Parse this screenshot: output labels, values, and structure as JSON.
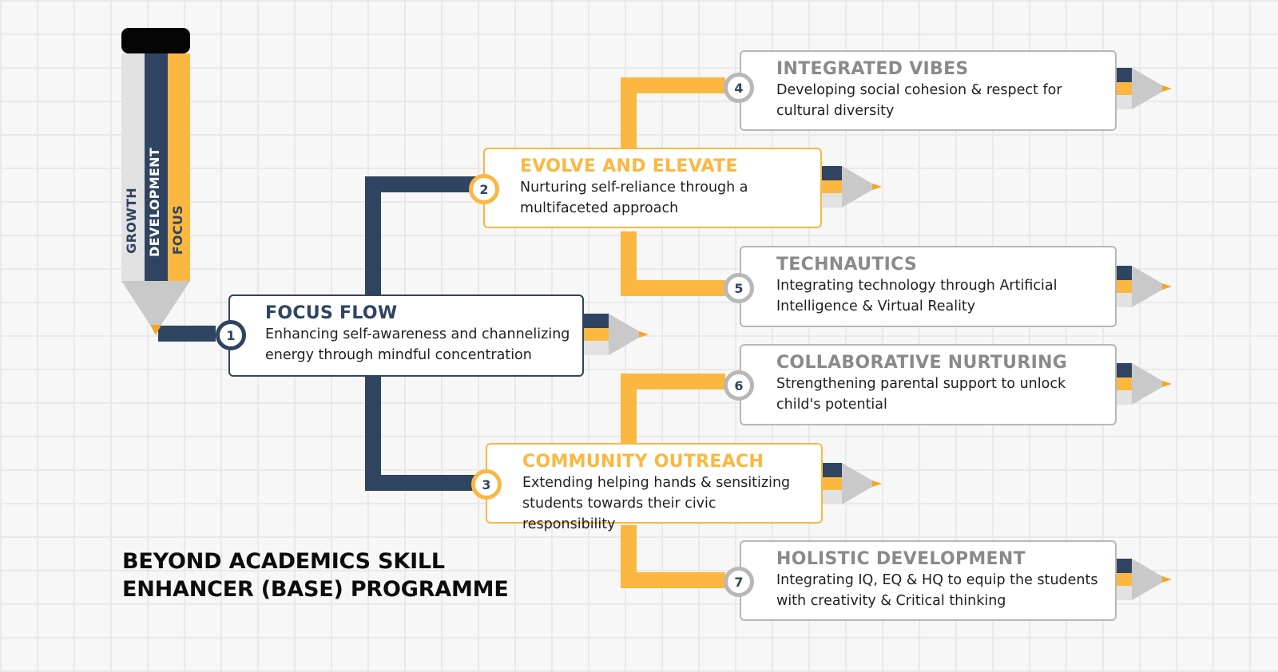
{
  "pencil": {
    "labels": [
      "GROWTH",
      "DEVELOPMENT",
      "FOCUS"
    ]
  },
  "nodes": [
    {
      "number": "1",
      "title": "FOCUS FLOW",
      "line1": "Enhancing self-awareness and channelizing",
      "line2": "energy through mindful concentration"
    },
    {
      "number": "2",
      "title": "EVOLVE AND ELEVATE",
      "line1": "Nurturing self-reliance through a",
      "line2": "multifaceted approach"
    },
    {
      "number": "3",
      "title": "COMMUNITY OUTREACH",
      "line1": "Extending helping hands & sensitizing",
      "line2": "students towards their civic responsibility"
    },
    {
      "number": "4",
      "title": "INTEGRATED VIBES",
      "line1": "Developing social cohesion & respect for",
      "line2": "cultural diversity"
    },
    {
      "number": "5",
      "title": "TECHNAUTICS",
      "line1": "Integrating technology through Artificial",
      "line2": "Intelligence & Virtual Reality"
    },
    {
      "number": "6",
      "title": "COLLABORATIVE NURTURING",
      "line1": "Strengthening parental support to unlock",
      "line2": "child's potential"
    },
    {
      "number": "7",
      "title": "HOLISTIC DEVELOPMENT",
      "line1": "Integrating IQ, EQ & HQ to equip the students",
      "line2": "with creativity & Critical thinking"
    }
  ],
  "footer": {
    "line1": "BEYOND ACADEMICS SKILL",
    "line2": "ENHANCER (BASE) PROGRAMME"
  },
  "colors": {
    "navy": "#2f4461",
    "gold": "#fbb740",
    "grey": "#b7b7b7",
    "text": "#1f1f1f"
  }
}
